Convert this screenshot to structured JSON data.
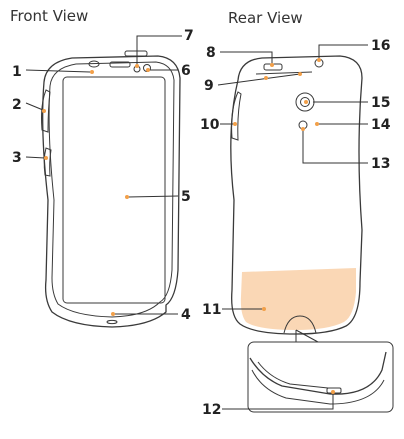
{
  "titles": {
    "front": "Front View",
    "rear": "Rear View"
  },
  "callouts": [
    "1",
    "2",
    "3",
    "4",
    "5",
    "6",
    "7",
    "8",
    "9",
    "10",
    "11",
    "12",
    "13",
    "14",
    "15",
    "16"
  ],
  "colors": {
    "accent_dot": "#f2a04a",
    "highlight": "#f8c99c",
    "line": "#333333"
  }
}
